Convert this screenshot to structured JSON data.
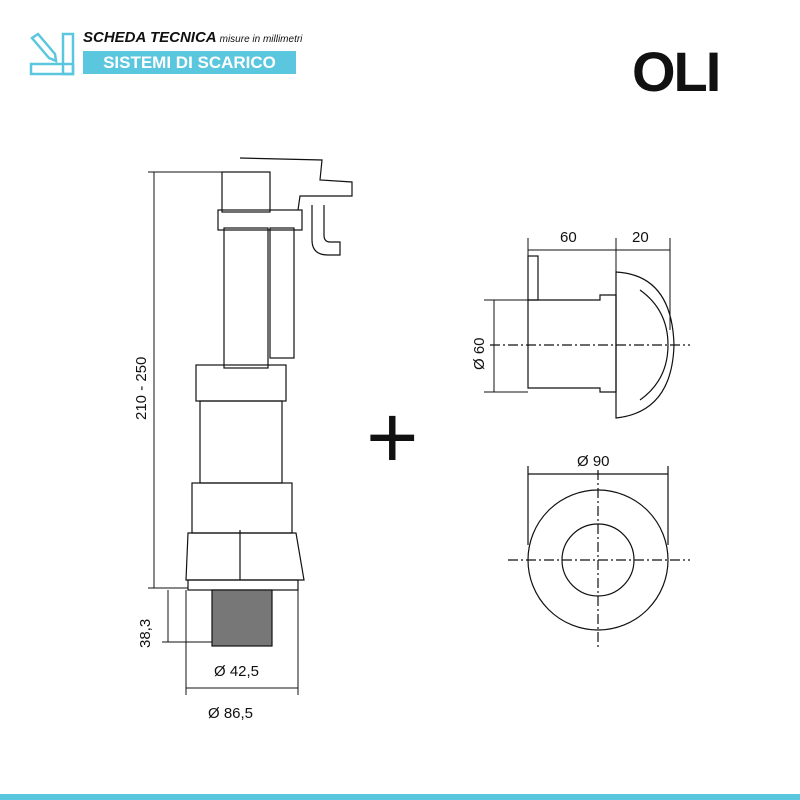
{
  "header": {
    "title": "SCHEDA TECNICA",
    "subtitle": "misure in millimetri",
    "category": "SISTEMI DI SCARICO",
    "icon": "ruler-pencil-icon"
  },
  "logo": "OLI",
  "colors": {
    "accent": "#5bc7df",
    "ink": "#111111"
  },
  "valve": {
    "height": "210 - 250",
    "thread_height": "38,3",
    "thread_diameter": "Ø 42,5",
    "base_diameter": "Ø 86,5"
  },
  "plus": "+",
  "button": {
    "depth": "60",
    "cap_depth": "20",
    "body_diameter": "Ø 60",
    "cap_diameter": "Ø 90"
  }
}
